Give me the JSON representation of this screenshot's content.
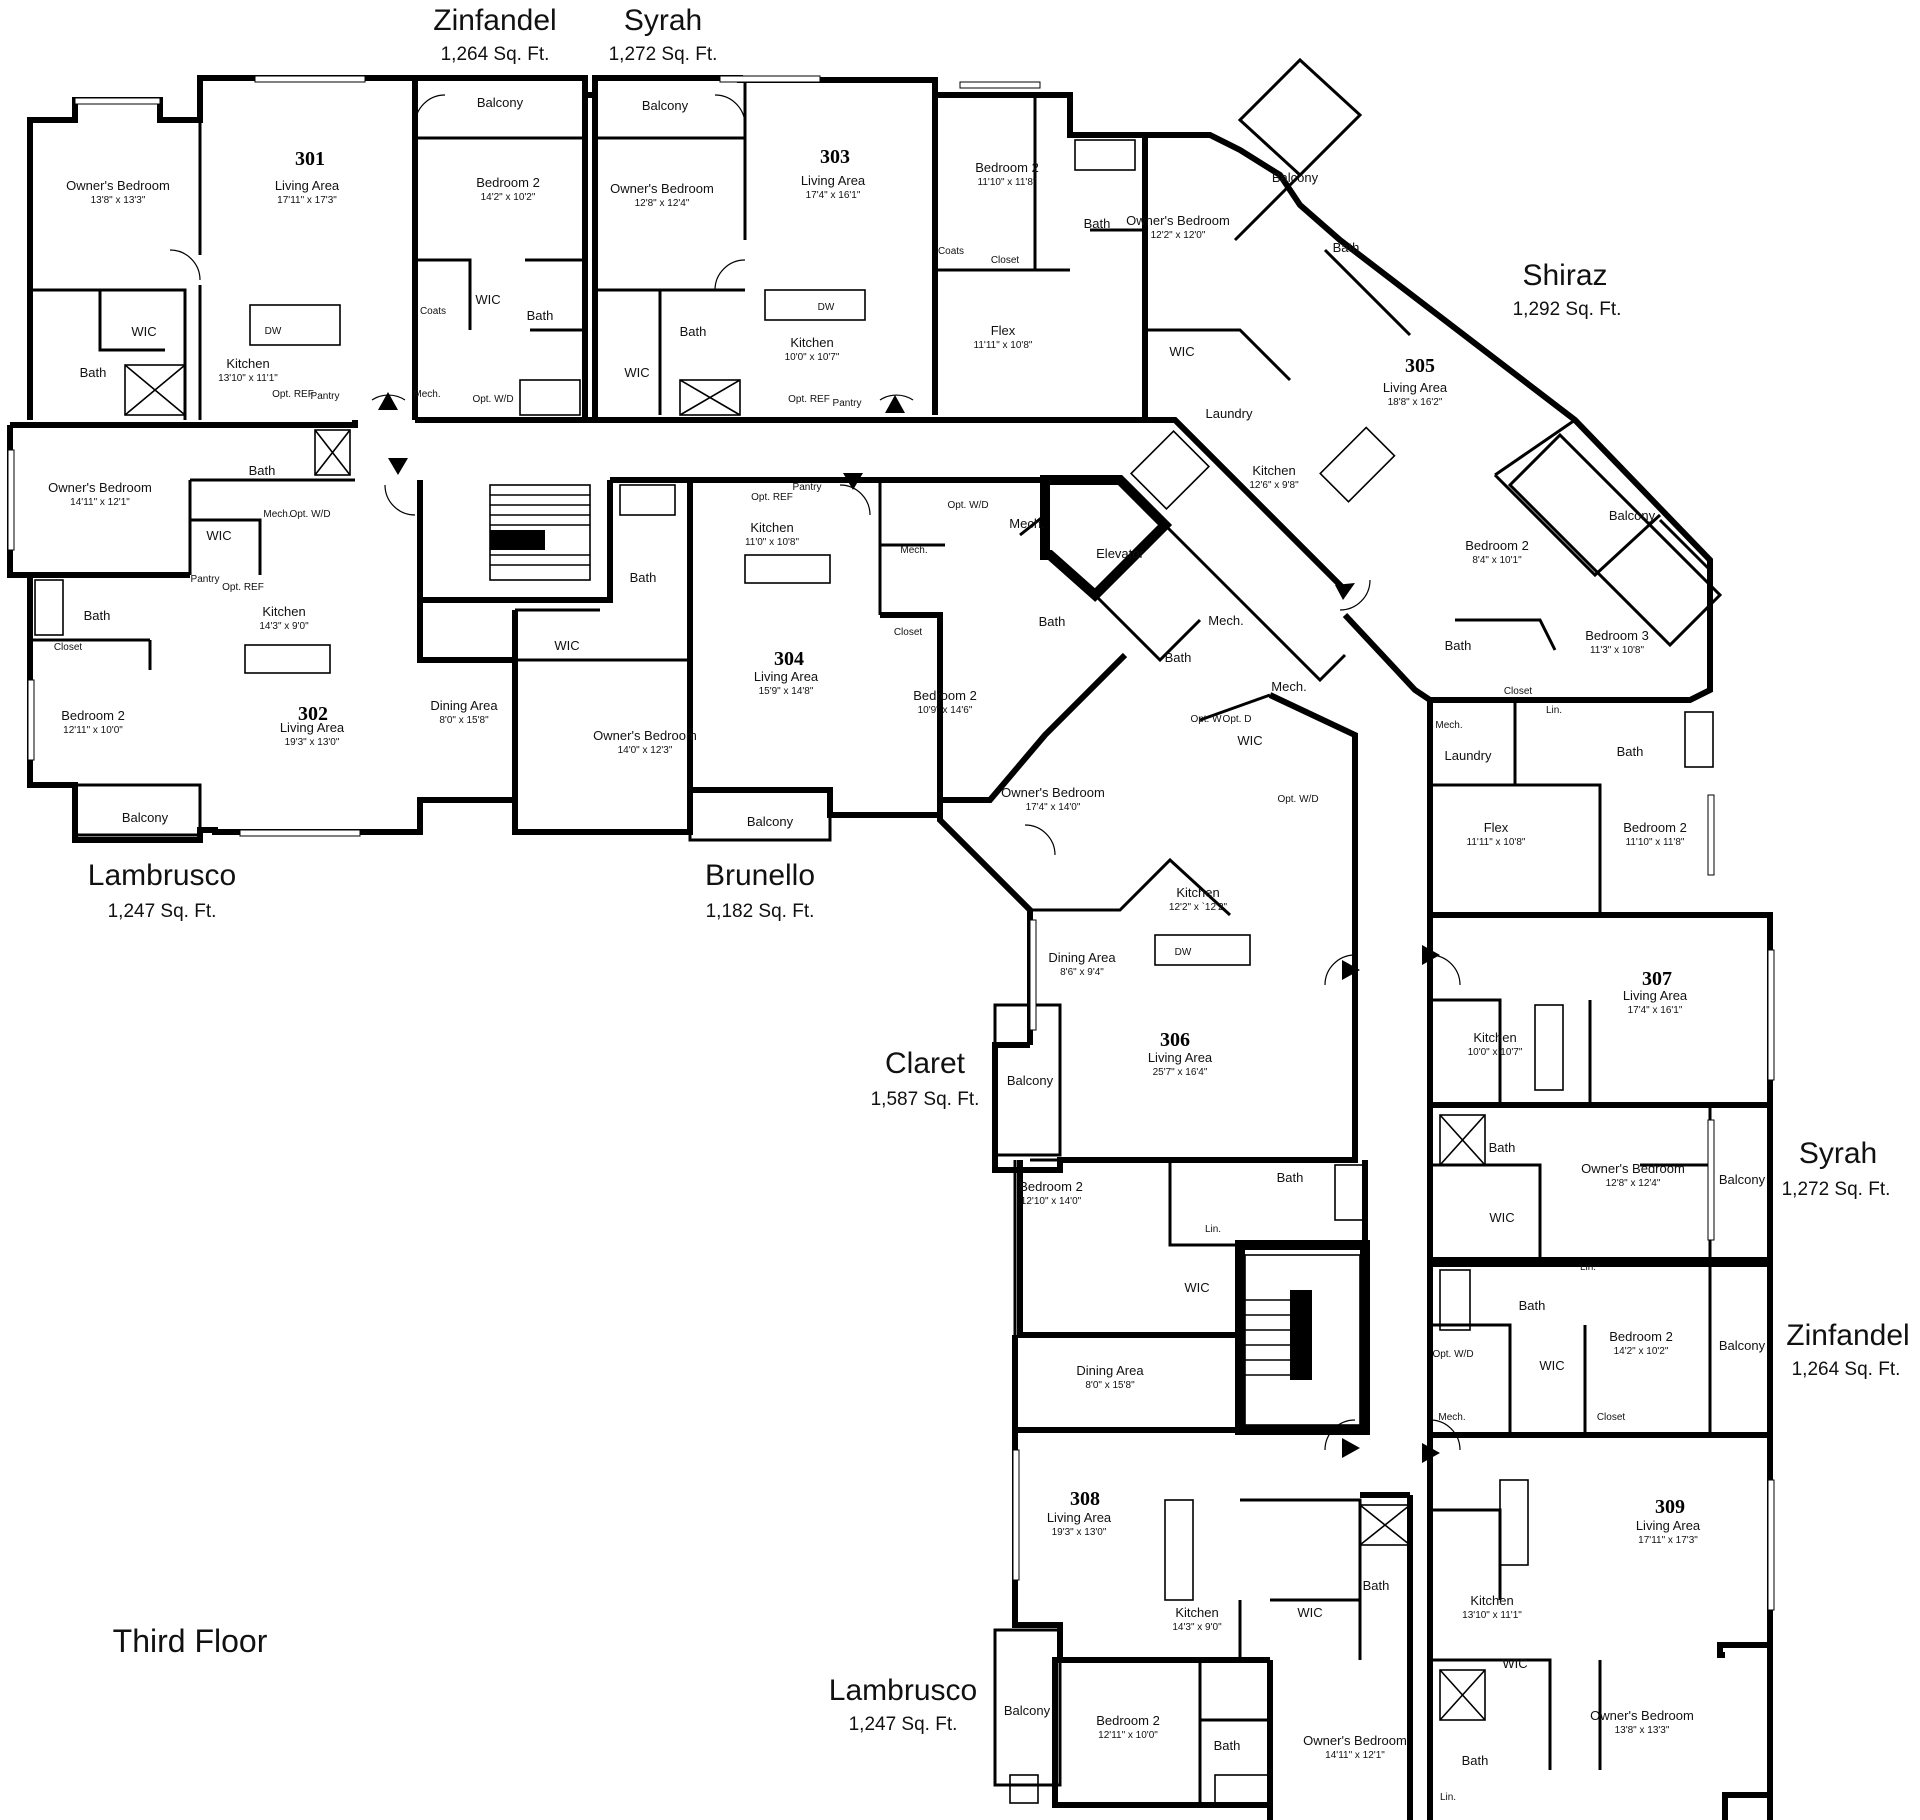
{
  "floor_label": "Third Floor",
  "plans": [
    {
      "name": "Zinfandel",
      "sqft": "1,264 Sq. Ft."
    },
    {
      "name": "Syrah",
      "sqft": "1,272 Sq. Ft."
    },
    {
      "name": "Shiraz",
      "sqft": "1,292 Sq. Ft."
    },
    {
      "name": "Lambrusco",
      "sqft": "1,247 Sq. Ft."
    },
    {
      "name": "Brunello",
      "sqft": "1,182 Sq. Ft."
    },
    {
      "name": "Claret",
      "sqft": "1,587 Sq. Ft."
    },
    {
      "name": "Syrah",
      "sqft": "1,272 Sq. Ft."
    },
    {
      "name": "Zinfandel",
      "sqft": "1,264 Sq. Ft."
    },
    {
      "name": "Lambrusco",
      "sqft": "1,247 Sq. Ft."
    }
  ],
  "units": [
    "301",
    "302",
    "303",
    "304",
    "305",
    "306",
    "307",
    "308",
    "309"
  ],
  "rooms": [
    {
      "label": "Owner's Bedroom",
      "dim": "13'8\" x 13'3\""
    },
    {
      "label": "Living Area",
      "dim": "17'11\" x 17'3\""
    },
    {
      "label": "Bedroom 2",
      "dim": "14'2\" x 10'2\""
    },
    {
      "label": "Owner's Bedroom",
      "dim": "12'8\" x 12'4\""
    },
    {
      "label": "Living Area",
      "dim": "17'4\" x 16'1\""
    },
    {
      "label": "Bedroom 2",
      "dim": "11'10\" x 11'8\""
    },
    {
      "label": "Owner's Bedroom",
      "dim": "12'2\" x 12'0\""
    },
    {
      "label": "Kitchen",
      "dim": "13'10\" x 11'1\""
    },
    {
      "label": "Kitchen",
      "dim": "10'0\" x 10'7\""
    },
    {
      "label": "Flex",
      "dim": "11'11\" x 10'8\""
    },
    {
      "label": "Living Area",
      "dim": "18'8\" x 16'2\""
    },
    {
      "label": "Kitchen",
      "dim": "12'6\" x 9'8\""
    },
    {
      "label": "Owner's Bedroom",
      "dim": "14'11\" x 12'1\""
    },
    {
      "label": "Kitchen",
      "dim": "11'0\" x 10'8\""
    },
    {
      "label": "Bedroom 2",
      "dim": "8'4\" x 10'1\""
    },
    {
      "label": "Kitchen",
      "dim": "14'3\" x 9'0\""
    },
    {
      "label": "Living Area",
      "dim": "15'9\" x 14'8\""
    },
    {
      "label": "Bedroom 2",
      "dim": "10'9\" x 14'6\""
    },
    {
      "label": "Bedroom 3",
      "dim": "11'3\" x 10'8\""
    },
    {
      "label": "Living Area",
      "dim": "19'3\" x 13'0\""
    },
    {
      "label": "Dining Area",
      "dim": "8'0\" x 15'8\""
    },
    {
      "label": "Bedroom 2",
      "dim": "12'11\" x 10'0\""
    },
    {
      "label": "Owner's Bedroom",
      "dim": "14'0\" x 12'3\""
    },
    {
      "label": "Owner's Bedroom",
      "dim": "17'4\" x 14'0\""
    },
    {
      "label": "Flex",
      "dim": "11'11\" x 10'8\""
    },
    {
      "label": "Bedroom 2",
      "dim": "11'10\" x 11'8\""
    },
    {
      "label": "Kitchen",
      "dim": "12'2\" x `12'2\""
    },
    {
      "label": "Dining Area",
      "dim": "8'6\" x 9'4\""
    },
    {
      "label": "Living Area",
      "dim": "17'4\" x 16'1\""
    },
    {
      "label": "Kitchen",
      "dim": "10'0\" x 10'7\""
    },
    {
      "label": "Living Area",
      "dim": "25'7\" x 16'4\""
    },
    {
      "label": "Owner's Bedroom",
      "dim": "12'8\" x 12'4\""
    },
    {
      "label": "Bedroom 2",
      "dim": "12'10\" x 14'0\""
    },
    {
      "label": "Bedroom 2",
      "dim": "14'2\" x 10'2\""
    },
    {
      "label": "Dining Area",
      "dim": "8'0\" x 15'8\""
    },
    {
      "label": "Living Area",
      "dim": "19'3\" x 13'0\""
    },
    {
      "label": "Living Area",
      "dim": "17'11\" x 17'3\""
    },
    {
      "label": "Kitchen",
      "dim": "13'10\" x 11'1\""
    },
    {
      "label": "Kitchen",
      "dim": "14'3\" x 9'0\""
    },
    {
      "label": "Bedroom 2",
      "dim": "12'11\" x 10'0\""
    },
    {
      "label": "Owner's Bedroom",
      "dim": "14'11\" x 12'1\""
    },
    {
      "label": "Owner's Bedroom",
      "dim": "13'8\" x 13'3\""
    }
  ],
  "labels": {
    "balcony": "Balcony",
    "bath": "Bath",
    "wic": "WIC",
    "closet": "Closet",
    "coats": "Coats",
    "mech": "Mech.",
    "lin": "Lin.",
    "pantry": "Pantry",
    "laundry": "Laundry",
    "opt_ref": "Opt. REF",
    "opt_wd": "Opt. W/D",
    "dw": "DW",
    "elevator": "Elevator",
    "opt_w": "Opt. W",
    "opt_d": "Opt. D"
  }
}
